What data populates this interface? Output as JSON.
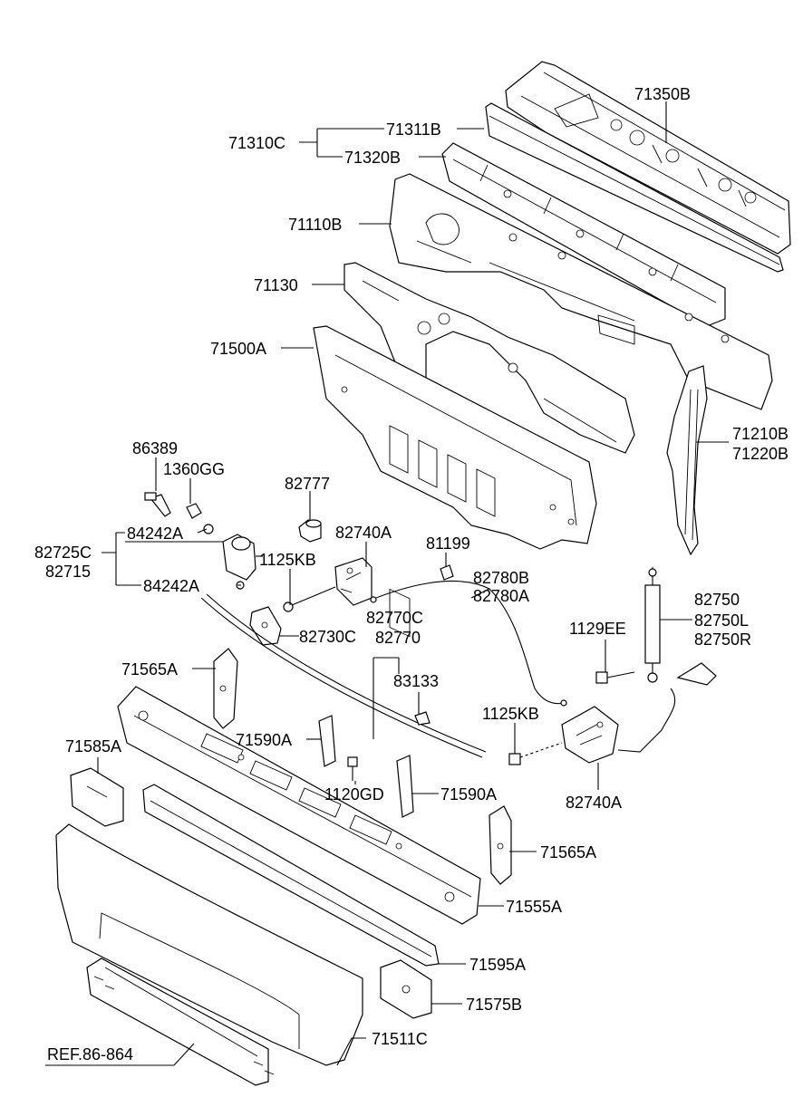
{
  "labels": {
    "l71350B": "71350B",
    "l71311B": "71311B",
    "l71310C": "71310C",
    "l71320B": "71320B",
    "l71110B": "71110B",
    "l71130": "71130",
    "l71500A": "71500A",
    "l71210B": "71210B",
    "l71220B": "71220B",
    "l86389": "86389",
    "l1360GG": "1360GG",
    "l82777": "82777",
    "l82740A_top": "82740A",
    "l81199": "81199",
    "l84242A_top": "84242A",
    "l82725C": "82725C",
    "l82715": "82715",
    "l1125KB_top": "1125KB",
    "l84242A_bot": "84242A",
    "l82780B": "82780B",
    "l82780A": "82780A",
    "l82770C": "82770C",
    "l82770": "82770",
    "l82730C": "82730C",
    "l82750": "82750",
    "l82750L": "82750L",
    "l82750R": "82750R",
    "l1129EE": "1129EE",
    "l71565A_top": "71565A",
    "l83133": "83133",
    "l1125KB_bot": "1125KB",
    "l71585A": "71585A",
    "l71590A_left": "71590A",
    "l1120GD": "1120GD",
    "l71590A_right": "71590A",
    "l82740A_bot": "82740A",
    "l71565A_bot": "71565A",
    "l71555A": "71555A",
    "l71595A": "71595A",
    "l71575B": "71575B",
    "l71511C": "71511C",
    "ref": "REF.86-864"
  }
}
